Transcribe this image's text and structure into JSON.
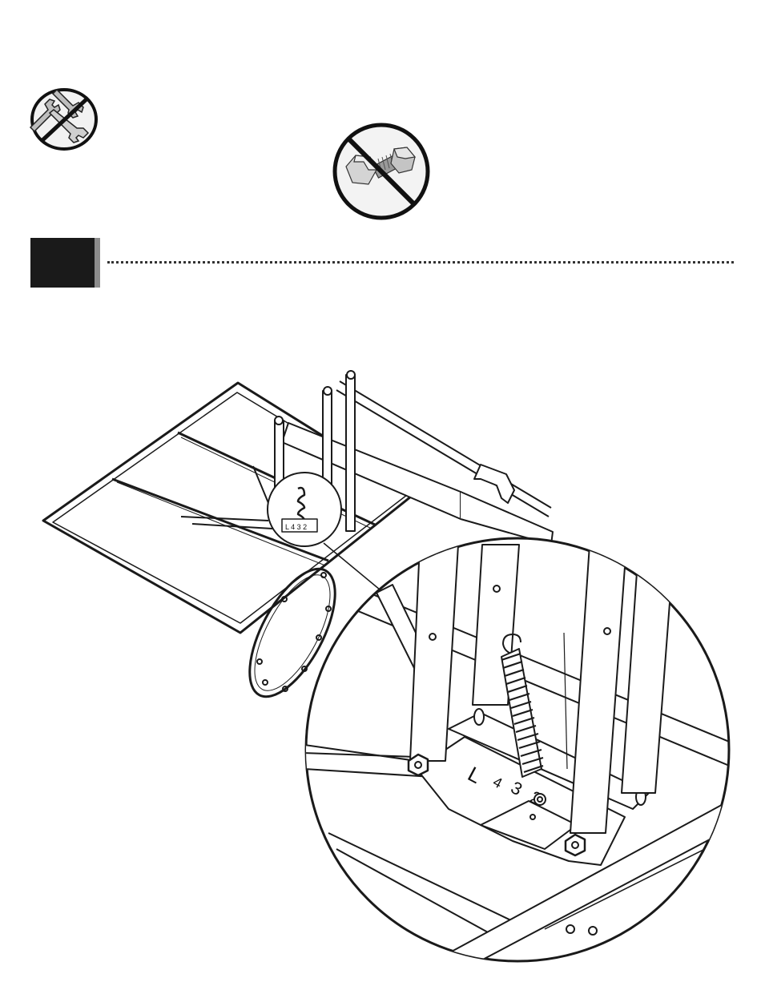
{
  "step": {
    "number": ""
  },
  "icons": {
    "tools": "no-tools-required-icon",
    "hardware": "no-hardware-required-icon"
  },
  "illustration": {
    "subject": "backboard-spring-adjustment",
    "detail_labels": [
      "L",
      "4",
      "3",
      "2"
    ]
  },
  "colors": {
    "ink": "#1a1a1a",
    "step_shadow": "#8c8c8c",
    "prohibit": "#111111"
  }
}
